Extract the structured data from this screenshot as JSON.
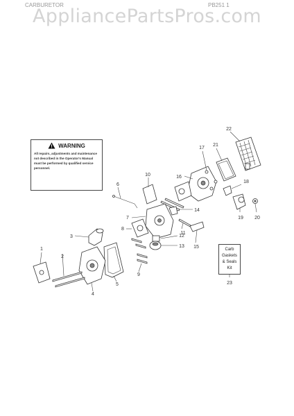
{
  "header": {
    "watermark": "AppliancePartsPros.com",
    "left_text": "CARBURETOR",
    "right_text": "PB251 1"
  },
  "warning": {
    "title": "WARNING",
    "text": "All repairs, adjustments and maintenance not described in the Operator's Manual must be performed by qualified service personnel."
  },
  "kit": {
    "line1": "Carb",
    "line2": "Gaskets",
    "line3": "& Seals",
    "line4": "Kit"
  },
  "callouts": {
    "c1": "1",
    "c2": "2",
    "c3": "3",
    "c4": "4",
    "c5": "5",
    "c6": "6",
    "c7": "7",
    "c8": "8",
    "c9": "9",
    "c10": "10",
    "c11": "11",
    "c12": "12",
    "c13": "13",
    "c14": "14",
    "c15": "15",
    "c16": "16",
    "c17": "17",
    "c18": "18",
    "c19": "19",
    "c20": "20",
    "c21": "21",
    "c22": "22",
    "c23": "23"
  }
}
